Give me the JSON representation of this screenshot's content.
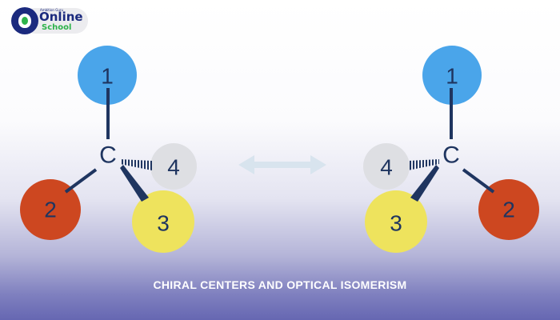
{
  "logo": {
    "tagline": "Ambition Guru",
    "main": "Online",
    "sub": "School"
  },
  "molecule_left": {
    "center": "C",
    "substituents": {
      "top": "1",
      "bottom_left": "2",
      "bottom_right": "3",
      "right_back": "4"
    }
  },
  "molecule_right": {
    "center": "C",
    "substituents": {
      "top": "1",
      "bottom_right": "2",
      "bottom_left": "3",
      "left_back": "4"
    }
  },
  "colors": {
    "group1": "#4aa5ea",
    "group2": "#cd4720",
    "group3": "#eee35d",
    "group4": "#dedfe3",
    "bond": "#1f3560",
    "arrow": "#d8e4ee"
  },
  "caption": "CHIRAL CENTERS AND OPTICAL ISOMERISM"
}
